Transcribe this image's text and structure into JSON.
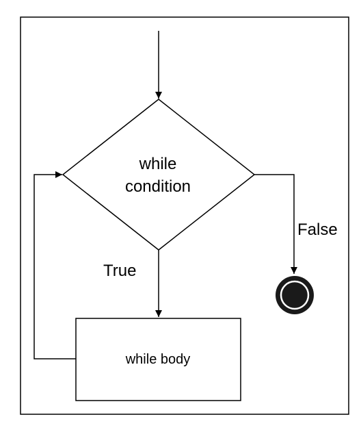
{
  "diagram": {
    "decision": {
      "line1": "while",
      "line2": "condition"
    },
    "process": {
      "label": "while body"
    },
    "edges": {
      "true_label": "True",
      "false_label": "False"
    },
    "terminal": {
      "name": "end-state"
    }
  },
  "colors": {
    "stroke": "#000000",
    "fill": "#ffffff",
    "terminal": "#1a1a1a"
  }
}
